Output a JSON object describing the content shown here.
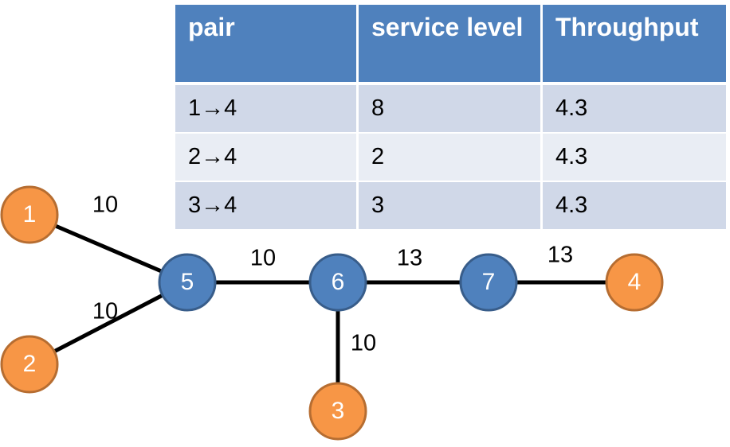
{
  "table": {
    "headers": [
      "pair",
      "service level",
      "Throughput"
    ],
    "rows": [
      [
        "1→4",
        "8",
        "4.3"
      ],
      [
        "2→4",
        "2",
        "4.3"
      ],
      [
        "3→4",
        "3",
        "4.3"
      ]
    ]
  },
  "graph": {
    "nodes": [
      {
        "id": "1",
        "kind": "terminal"
      },
      {
        "id": "2",
        "kind": "terminal"
      },
      {
        "id": "3",
        "kind": "terminal"
      },
      {
        "id": "4",
        "kind": "terminal"
      },
      {
        "id": "5",
        "kind": "relay"
      },
      {
        "id": "6",
        "kind": "relay"
      },
      {
        "id": "7",
        "kind": "relay"
      }
    ],
    "edges": [
      {
        "from": "1",
        "to": "5",
        "label": "10"
      },
      {
        "from": "2",
        "to": "5",
        "label": "10"
      },
      {
        "from": "5",
        "to": "6",
        "label": "10"
      },
      {
        "from": "6",
        "to": "7",
        "label": "13"
      },
      {
        "from": "7",
        "to": "4",
        "label": "13"
      },
      {
        "from": "6",
        "to": "3",
        "label": "10"
      }
    ]
  },
  "colors": {
    "terminal_fill": "#f79646",
    "terminal_stroke": "#b66d31",
    "relay_fill": "#4f81bd",
    "relay_stroke": "#385d8a",
    "edge": "#000000",
    "header_bg": "#4f81bd",
    "row_odd_bg": "#d0d8e8",
    "row_even_bg": "#e9edf4"
  }
}
